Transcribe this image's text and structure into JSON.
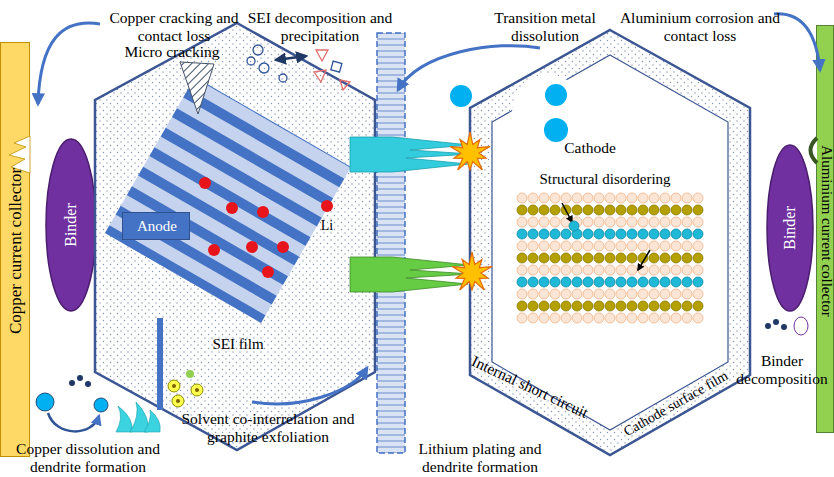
{
  "diagram": {
    "nodes": [
      {
        "text": [
          "Copper current collector"
        ]
      },
      {
        "text": [
          "Binder"
        ]
      },
      {
        "text": [
          "SEI film"
        ]
      },
      {
        "text": [
          "Anode"
        ],
        "in": 2
      },
      {
        "text": [
          "Cathode",
          "Cathode surface film"
        ]
      },
      {
        "text": [
          "Structural disordering"
        ],
        "in": 4
      },
      {
        "text": [
          "Binder"
        ]
      },
      {
        "text": [
          "Aluminium current collector"
        ]
      }
    ],
    "labels": [
      "Copper cracking and contact loss",
      "SEI decomposition and precipitation",
      "Micro cracking",
      "Li",
      "Transition metal dissolution",
      "Aluminium corrosion and contact loss",
      "Internal short circuit",
      "Solvent co-interrelation and graphite exfoliation",
      "Copper dissolution and dendrite formation",
      "Lithium plating and dendrite formation",
      "Binder decomposition"
    ]
  }
}
